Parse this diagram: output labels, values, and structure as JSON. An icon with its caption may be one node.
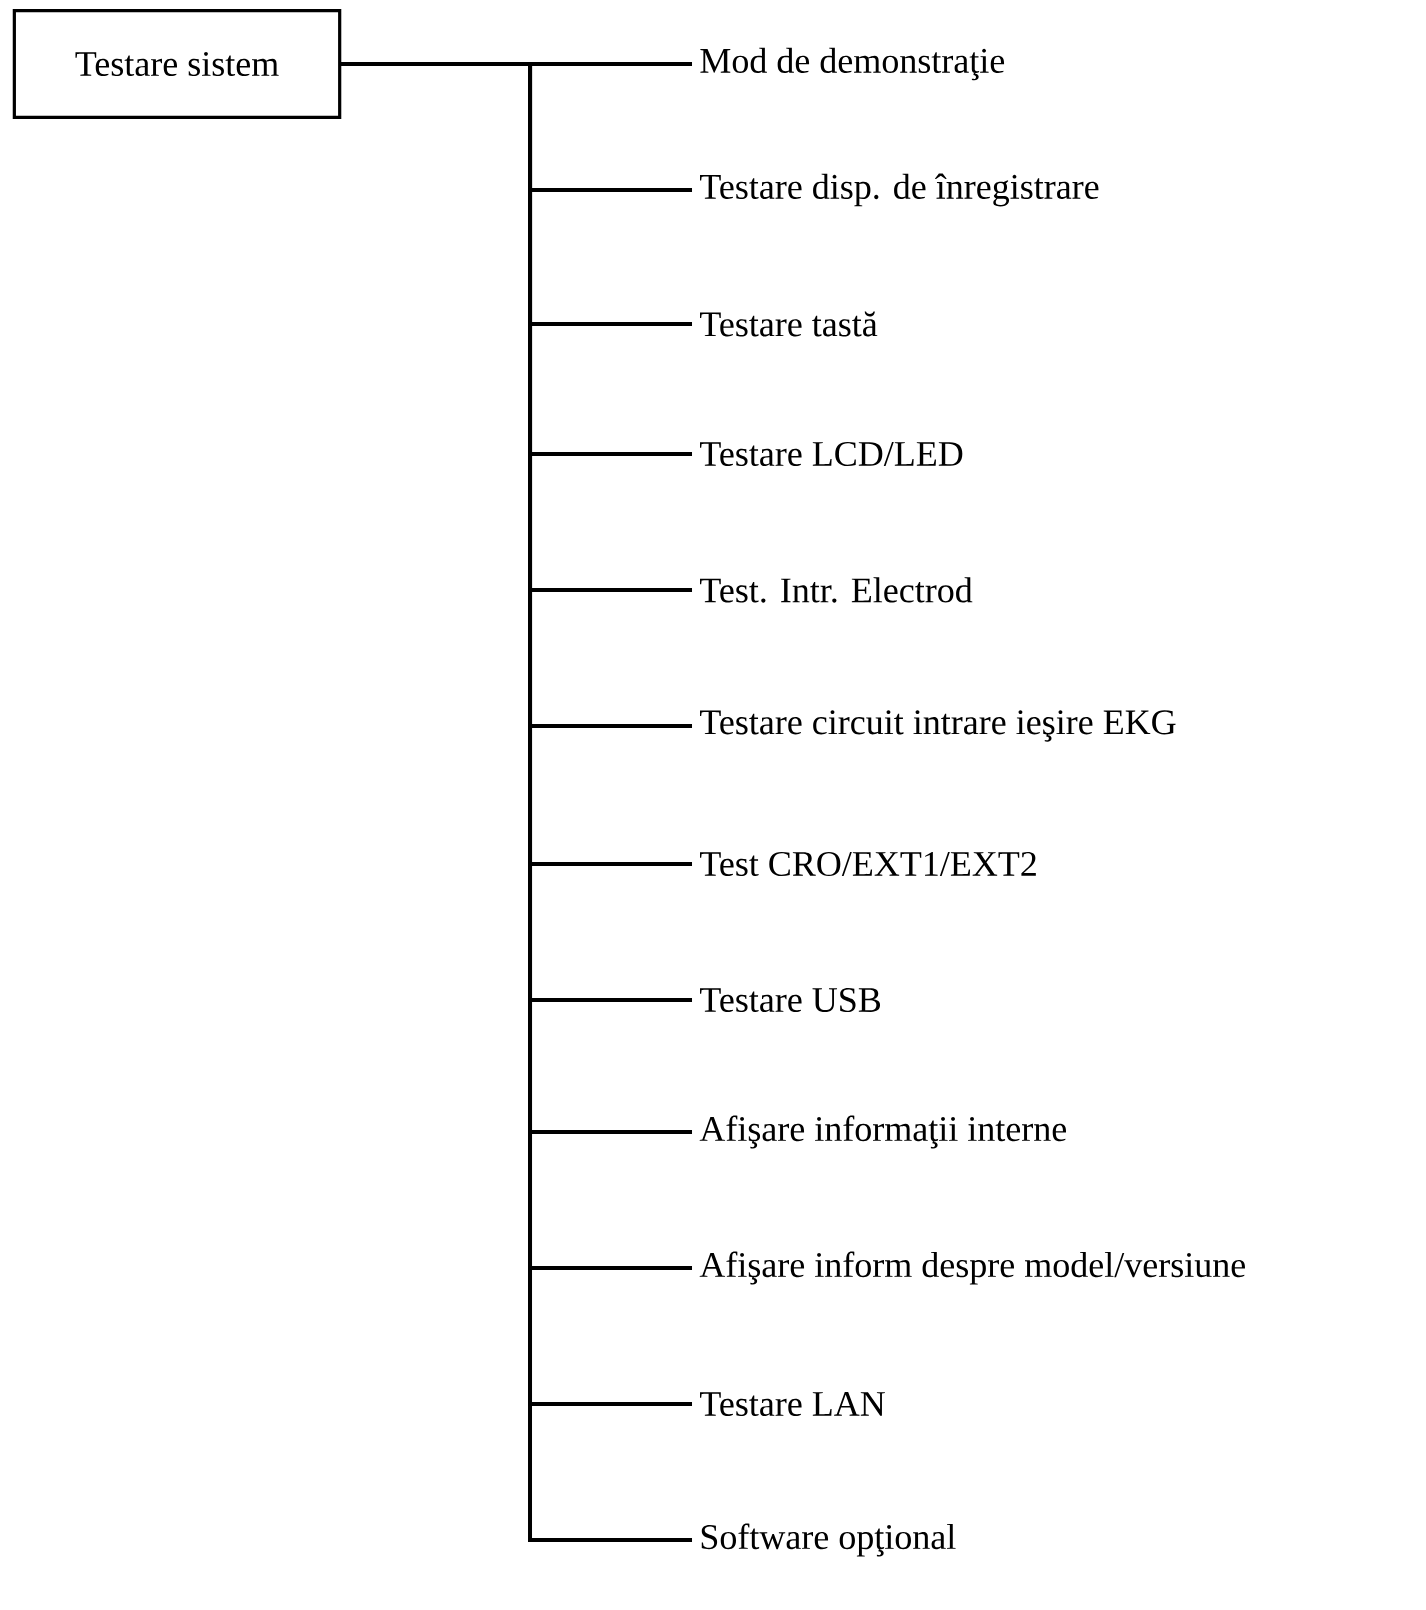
{
  "diagram": {
    "nodes": [
      {
        "text": [
          "Testare sistem"
        ]
      },
      {
        "text": [
          "Mod de demonstraţie"
        ]
      },
      {
        "text": [
          "Testare disp. de înregistrare"
        ]
      },
      {
        "text": [
          "Testare tastă"
        ]
      },
      {
        "text": [
          "Testare LCD/LED"
        ]
      },
      {
        "text": [
          "Test. Intr. Electrod"
        ]
      },
      {
        "text": [
          "Testare circuit intrare ieşire EKG"
        ]
      },
      {
        "text": [
          "Test CRO/EXT1/EXT2"
        ]
      },
      {
        "text": [
          "Testare USB"
        ]
      },
      {
        "text": [
          "Afişare informaţii interne"
        ]
      },
      {
        "text": [
          "Afişare inform despre model/versiune"
        ]
      },
      {
        "text": [
          "Testare LAN"
        ]
      },
      {
        "text": [
          "Software opţional"
        ]
      }
    ],
    "edges": [
      {
        "from": 0,
        "to": 1,
        "arrow": "none"
      },
      {
        "from": 0,
        "to": 2,
        "arrow": "none"
      },
      {
        "from": 0,
        "to": 3,
        "arrow": "none"
      },
      {
        "from": 0,
        "to": 4,
        "arrow": "none"
      },
      {
        "from": 0,
        "to": 5,
        "arrow": "none"
      },
      {
        "from": 0,
        "to": 6,
        "arrow": "none"
      },
      {
        "from": 0,
        "to": 7,
        "arrow": "none"
      },
      {
        "from": 0,
        "to": 8,
        "arrow": "none"
      },
      {
        "from": 0,
        "to": 9,
        "arrow": "none"
      },
      {
        "from": 0,
        "to": 10,
        "arrow": "none"
      },
      {
        "from": 0,
        "to": 11,
        "arrow": "none"
      },
      {
        "from": 0,
        "to": 12,
        "arrow": "none"
      }
    ]
  }
}
